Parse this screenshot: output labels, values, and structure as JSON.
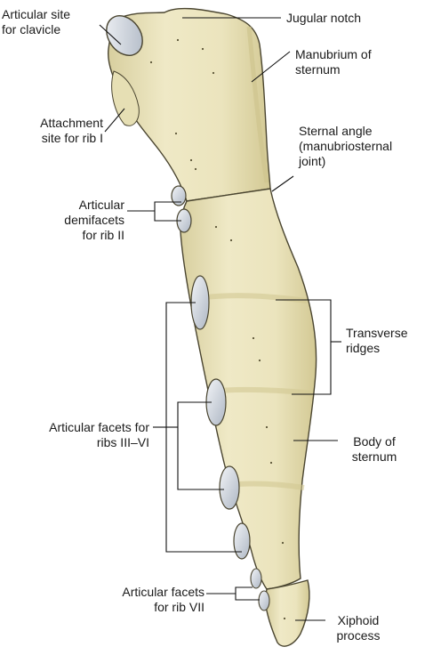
{
  "labels": {
    "articular_site_clavicle": [
      "Articular site",
      "for clavicle"
    ],
    "jugular_notch": [
      "Jugular notch"
    ],
    "manubrium": [
      "Manubrium of",
      "sternum"
    ],
    "attachment_rib1": [
      "Attachment",
      "site for rib I"
    ],
    "sternal_angle": [
      "Sternal angle",
      "(manubriosternal",
      "joint)"
    ],
    "demifacets_rib2": [
      "Articular",
      "demifacets",
      "for rib II"
    ],
    "transverse_ridges": [
      "Transverse",
      "ridges"
    ],
    "facets_ribs3_6": [
      "Articular facets for",
      "ribs III–VI"
    ],
    "body_sternum": [
      "Body of",
      "sternum"
    ],
    "facets_rib7": [
      "Articular facets",
      "for rib VII"
    ],
    "xiphoid": [
      "Xiphoid",
      "process"
    ]
  },
  "colors": {
    "bone_fill": "#ebe5bf",
    "bone_shade": "#d6cd9c",
    "bone_outline": "#4a4530",
    "facet_fill": "#c9d0da",
    "line": "#111111"
  }
}
